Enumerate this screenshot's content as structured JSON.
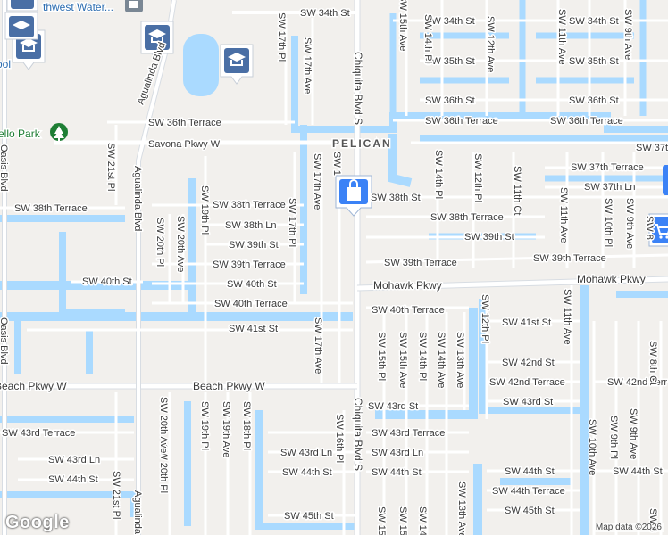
{
  "map": {
    "area_label": "PELICAN",
    "park_label": "ello Park",
    "poi_label": "thwest Water...",
    "school_label": "ool",
    "streets": {
      "sw_34th_st_w": "SW 34th St",
      "sw_34th_st_e": "SW 34th St",
      "sw_34th_st_e2": "SW 34th St",
      "sw_35th_st_a": "SW 35th St",
      "sw_35th_st_b": "SW 35th St",
      "sw_36th_st_a": "SW 36th St",
      "sw_36th_st_b": "SW 36th St",
      "sw_36th_ter_w": "SW 36th Terrace",
      "sw_36th_ter_c": "SW 36th Terrace",
      "sw_36th_ter_e": "SW 36th Terrace",
      "sw_37th": "SW 37th",
      "sw_37th_ter": "SW 37th Terrace",
      "sw_37th_ln": "SW 37th Ln",
      "sw_38th_st": "SW 38th St",
      "sw_38th_ter_w": "SW 38th Terrace",
      "sw_38th_ter_c": "SW 38th Terrace",
      "sw_38th_ter_e": "SW 38th Terrace",
      "sw_38th_ln": "SW 38th Ln",
      "sw_39th_st_w": "SW 39th St",
      "sw_39th_st_e": "SW 39th St",
      "sw_39th_ter_w": "SW 39th Terrace",
      "sw_39th_ter_c": "SW 39th Terrace",
      "sw_39th_ter_e": "SW 39th Terrace",
      "sw_40th_st_w": "SW 40th St",
      "sw_40th_st_c": "SW 40th St",
      "sw_40th_ter_w": "SW 40th Terrace",
      "sw_40th_ter_e": "SW 40th Terrace",
      "sw_41st_st_w": "SW 41st St",
      "sw_41st_st_e": "SW 41st St",
      "sw_42nd_st": "SW 42nd St",
      "sw_42nd_ter": "SW 42nd Terrace",
      "sw_42nd_ter_e": "SW 42nd Terr",
      "sw_43rd_st": "SW 43rd St",
      "sw_43rd_ter_w": "SW 43rd Terrace",
      "sw_43rd_ter_e": "SW 43rd Terrace",
      "sw_43rd_ln_w": "SW 43rd Ln",
      "sw_43rd_ln_c": "SW 43rd Ln",
      "sw_43rd_ln_e": "SW 43rd Ln",
      "sw_44th_st_w": "SW 44th St",
      "sw_44th_st_c": "SW 44th St",
      "sw_44th_st_e": "SW 44th St",
      "sw_44th_st_e2": "SW 44th St",
      "sw_44th_ter": "SW 44th Terrace",
      "sw_45th_st_c": "SW 45th St",
      "sw_45th_st_e": "SW 45th St",
      "savona": "Savona Pkwy W",
      "mohawk_w": "Mohawk Pkwy",
      "mohawk_e": "Mohawk Pkwy",
      "beach_w": "Beach Pkwy W",
      "beach_c": "Beach Pkwy W",
      "chiquita_n": "Chiquita Blvd S",
      "chiquita_s": "Chiquita Blvd S",
      "agualinda_n": "Agualinda Blvd",
      "agualinda_c": "Agualinda Blvd",
      "agualinda_s": "Agualinda",
      "oasis_n": "Oasis Blvd",
      "oasis_s": "Oasis Blvd",
      "sw_21st_pl_n": "SW 21st Pl",
      "sw_21st_pl_s": "SW 21st Pl",
      "sw_20th_pl_n": "SW 20th Pl",
      "sw_20th_pl_s": "SW 20th Pl",
      "sw_20th_ave_n": "SW 20th Ave",
      "sw_20th_ave_s": "SW 20th Ave",
      "sw_19th_pl_n": "SW 19th Pl",
      "sw_19th_pl_s": "SW 19th Pl",
      "sw_19th_ave_s": "SW 19th Ave",
      "sw_18th_pl_s": "SW 18th Pl",
      "sw_17th_pl_n": "SW 17th Pl",
      "sw_17th_pl_c": "SW 17th Pl",
      "sw_17th_ave_n": "SW 17th Ave",
      "sw_17th_ave_c": "SW 17th Ave",
      "sw_17th_ave_s": "SW 17th Ave",
      "sw_1_n": "SW 1",
      "sw_16th_pl": "SW 16th Pl",
      "sw_15th_pl": "SW 15th Pl",
      "sw_15th_pl_s": "SW 15t",
      "sw_15th_ave": "SW 15th Ave",
      "sw_15th_ave_s": "SW 15t",
      "sw_14th_pl_n": "SW 14th Pl",
      "sw_14th_pl_c": "SW 14th Pl",
      "sw_14th_pl_s": "SW 14t",
      "sw_14th_ave": "SW 14th Ave",
      "sw_13th_ave": "SW 13th Ave",
      "sw_13th_ave_s": "SW 13th Ave",
      "sw_12th_ave": "SW 12th Ave",
      "sw_12th_pl_n": "SW 12th Pl",
      "sw_12th_pl_c": "SW 12th Pl",
      "sw_11th_ct": "SW 11th Ct",
      "sw_11th_ave_n": "SW 11th Ave",
      "sw_11th_ave_c": "SW 11th Ave",
      "sw_11th_ave_c2": "SW 11th Ave",
      "sw_10th_pl": "SW 10th Pl",
      "sw_10th_ave": "SW 10th Ave",
      "sw_9th_ave_n": "SW 9th Ave",
      "sw_9th_ave_c": "SW 9th Ave",
      "sw_9th_ave_s": "SW 9th Ave",
      "sw_9th_pl": "SW 9th Pl",
      "sw_8th_ct": "SW 8th Ct",
      "sw_8_s": "SW 8",
      "sw_8_e": "SW 8"
    },
    "google_logo": "Google",
    "attribution": "Map data ©2026",
    "colors": {
      "land": "#f2f0ed",
      "water": "#aadaff",
      "road": "#ffffff",
      "park": "#1e7e34",
      "school_marker": "#4a6fa5",
      "shop_marker": "#3b82f6"
    },
    "icons": [
      "school-icon",
      "shopping-bag-icon",
      "shopping-cart-icon",
      "park-icon",
      "water-facility-icon"
    ]
  }
}
